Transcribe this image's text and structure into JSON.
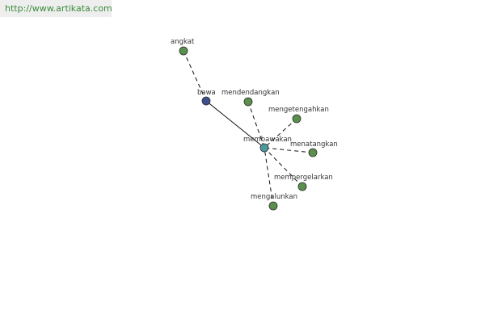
{
  "site_url": "http://www.artikata.com",
  "colors": {
    "synonym_node": "#5a8f4e",
    "root_node": "#3e4f8e",
    "center_node": "#4a9aa0",
    "node_stroke": "#2e2e2e",
    "url_text": "#3a8a3a"
  },
  "graph": {
    "nodes": [
      {
        "id": "angkat",
        "label": "angkat",
        "kind": "synonym"
      },
      {
        "id": "bawa",
        "label": "bawa",
        "kind": "root"
      },
      {
        "id": "mendendangkan",
        "label": "mendendangkan",
        "kind": "synonym"
      },
      {
        "id": "mengetengahkan",
        "label": "mengetengahkan",
        "kind": "synonym"
      },
      {
        "id": "membawakan",
        "label": "membawakan",
        "kind": "center"
      },
      {
        "id": "menatangkan",
        "label": "menatangkan",
        "kind": "synonym"
      },
      {
        "id": "mempergelarkan",
        "label": "mempergelarkan",
        "kind": "synonym"
      },
      {
        "id": "mengalunkan",
        "label": "mengalunkan",
        "kind": "synonym"
      }
    ],
    "edges": [
      {
        "from": "angkat",
        "to": "bawa",
        "style": "dashed"
      },
      {
        "from": "bawa",
        "to": "membawakan",
        "style": "solid"
      },
      {
        "from": "mendendangkan",
        "to": "membawakan",
        "style": "dashed"
      },
      {
        "from": "mengetengahkan",
        "to": "membawakan",
        "style": "dashed"
      },
      {
        "from": "menatangkan",
        "to": "membawakan",
        "style": "dashed"
      },
      {
        "from": "mempergelarkan",
        "to": "membawakan",
        "style": "dashed"
      },
      {
        "from": "mengalunkan",
        "to": "membawakan",
        "style": "dashed"
      }
    ]
  }
}
